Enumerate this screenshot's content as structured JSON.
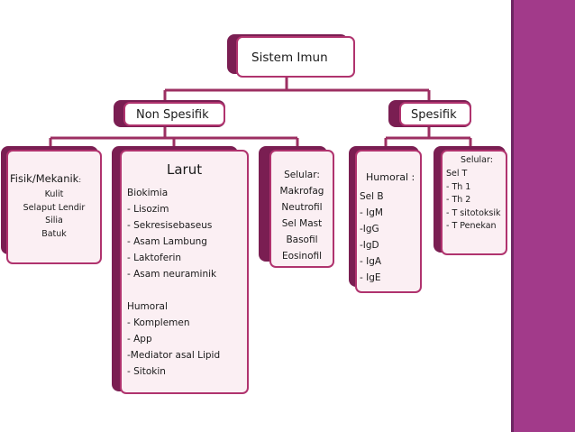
{
  "root": {
    "label": "Sistem Imun"
  },
  "level1": [
    {
      "label": "Non Spesifik"
    },
    {
      "label": "Spesifik"
    }
  ],
  "fisik": {
    "title": "Fisik/Mekanik",
    "title_suffix": ":",
    "items": [
      "Kulit",
      "Selaput Lendir",
      "Silia",
      "Batuk"
    ]
  },
  "larut": {
    "title": "Larut",
    "lines": [
      "Biokimia",
      "- Lisozim",
      "- Sekresisebaseus",
      "- Asam Lambung",
      "- Laktoferin",
      "- Asam neuraminik",
      "",
      "Humoral",
      "- Komplemen",
      "- App",
      "-Mediator asal Lipid",
      "- Sitokin"
    ]
  },
  "selular_ns": {
    "title": "Selular:",
    "items": [
      "Makrofag",
      "Neutrofil",
      "Sel Mast",
      "Basofil",
      "Eosinofil"
    ]
  },
  "humoral": {
    "title": "Humoral :",
    "items": [
      "Sel B",
      "- IgM",
      "-IgG",
      "-IgD",
      "- IgA",
      "- IgE"
    ]
  },
  "selular_s": {
    "title": "Selular:",
    "items": [
      "Sel T",
      "- Th 1",
      "- Th 2",
      "- T sitotoksik",
      "- T Penekan"
    ]
  },
  "colors": {
    "accent": "#b0336e",
    "shadow": "#7a1e52",
    "band": "#a23a8a",
    "connector": "#9c2f62"
  }
}
